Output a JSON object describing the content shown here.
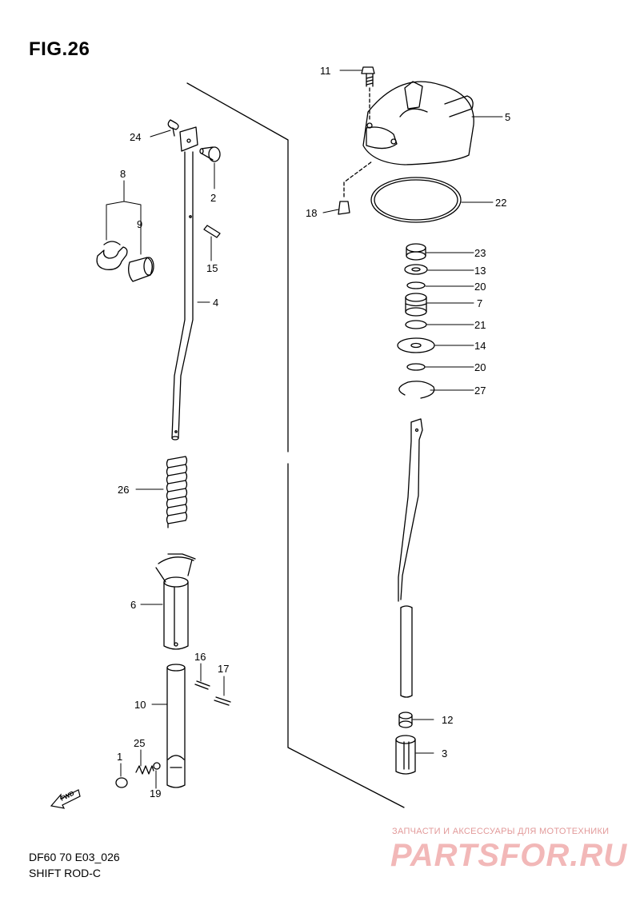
{
  "figure": {
    "title": "FIG.26"
  },
  "footer": {
    "model": "DF60 70 E03_026",
    "name": "SHIFT ROD-C"
  },
  "watermark": {
    "subtitle": "ЗАПЧАСТИ И АКСЕССУАРЫ ДЛЯ МОТОТЕХНИКИ",
    "brand": "PARTSFOR.RU"
  },
  "direction_mark": {
    "text": "FWD"
  },
  "callouts": {
    "p1": "1",
    "p2": "2",
    "p3": "3",
    "p4": "4",
    "p5": "5",
    "p6": "6",
    "p7": "7",
    "p8": "8",
    "p9": "9",
    "p10": "10",
    "p11": "11",
    "p12": "12",
    "p13": "13",
    "p14": "14",
    "p15": "15",
    "p16": "16",
    "p17": "17",
    "p18": "18",
    "p19": "19",
    "p20a": "20",
    "p20b": "20",
    "p21": "21",
    "p22": "22",
    "p23": "23",
    "p24": "24",
    "p25": "25",
    "p26": "26",
    "p27": "27"
  },
  "colors": {
    "line": "#000000",
    "watermark": "#f2b8b8",
    "watermark_text": "#e29a9a"
  }
}
